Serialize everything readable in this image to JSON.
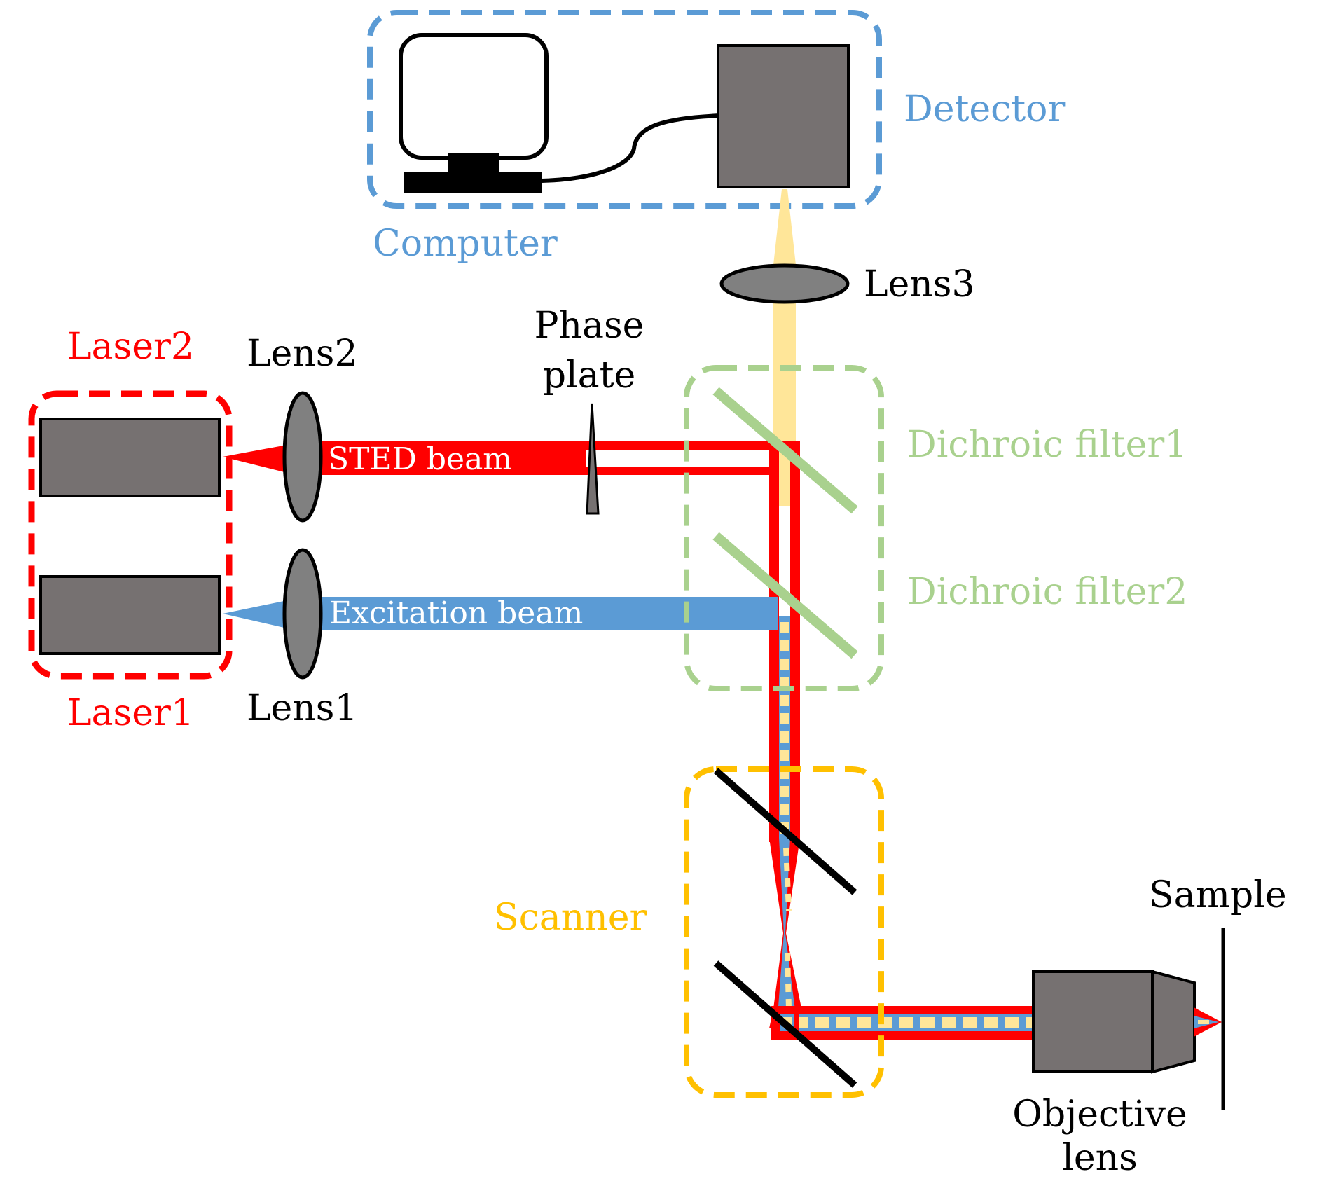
{
  "labels": {
    "detector": "Detector",
    "computer": "Computer",
    "lens3": "Lens3",
    "phase_plate_line1": "Phase",
    "phase_plate_line2": "plate",
    "laser2": "Laser2",
    "lens2": "Lens2",
    "sted_beam": "STED beam",
    "dichroic_filter1": "Dichroic filter1",
    "dichroic_filter2": "Dichroic filter2",
    "excitation_beam": "Excitation beam",
    "laser1": "Laser1",
    "lens1": "Lens1",
    "scanner": "Scanner",
    "sample": "Sample",
    "objective_line1": "Objective",
    "objective_line2": "lens"
  },
  "colors": {
    "detector_blue": "#5b9bd5",
    "laser_red": "#ff0000",
    "dichroic_green": "#a9d18e",
    "scanner_orange": "#ffc000",
    "fluorescence_yellow": "#ffe699",
    "device_gray": "#767171",
    "lens_gray": "#808080",
    "black": "#000000",
    "white": "#ffffff"
  }
}
